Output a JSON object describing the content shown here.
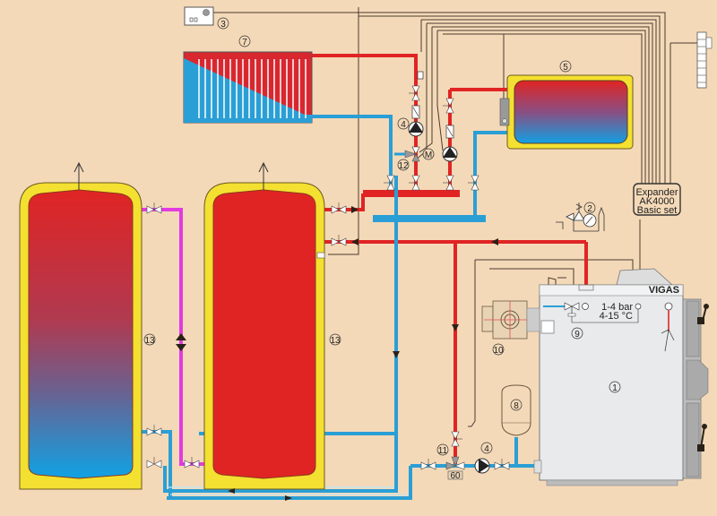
{
  "diagram": {
    "title": "Heating system hydraulic schematic",
    "background": "#f4d9b8",
    "colors": {
      "hot_pipe": "#e02424",
      "cold_pipe": "#2a9fd6",
      "buffer_link": "#e23be0",
      "tank_insulation": "#f4e030",
      "boiler_body": "#e8eaeb",
      "control_line": "#444444"
    },
    "components": [
      {
        "id": "1",
        "name": "Boiler",
        "brand_label": "VIGAS"
      },
      {
        "id": "2",
        "name": "Safety valve with pressure gauge"
      },
      {
        "id": "3",
        "name": "Room thermostat / control unit"
      },
      {
        "id": "4",
        "name": "Circulation pump"
      },
      {
        "id": "5",
        "name": "Hot water storage tank"
      },
      {
        "id": "7",
        "name": "Radiator"
      },
      {
        "id": "8",
        "name": "Expansion vessel"
      },
      {
        "id": "9",
        "name": "Thermal safety valve",
        "texts": [
          "1-4 bar",
          "4-15 °C"
        ]
      },
      {
        "id": "10",
        "name": "Burner"
      },
      {
        "id": "11",
        "name": "Thermostatic mixing valve",
        "setpoint": "60"
      },
      {
        "id": "12",
        "name": "Motorised mixing valve",
        "motor_label": "M"
      },
      {
        "id": "13",
        "name": "Accumulation (buffer) tank"
      }
    ],
    "labels": {
      "n1": "1",
      "n2": "2",
      "n3": "3",
      "n4a": "4",
      "n4b": "4",
      "n5": "5",
      "n7": "7",
      "n8": "8",
      "n9": "9",
      "n10": "10",
      "n11": "11",
      "n12": "12",
      "n13a": "13",
      "n13b": "13",
      "valve60": "60",
      "motor": "M",
      "vigas": "VIGAS",
      "pressure": "1-4 bar",
      "temperature": "4-15 °C",
      "expander_line1": "Expander",
      "expander_line2": "AK4000",
      "expander_line3": "Basic set"
    }
  }
}
